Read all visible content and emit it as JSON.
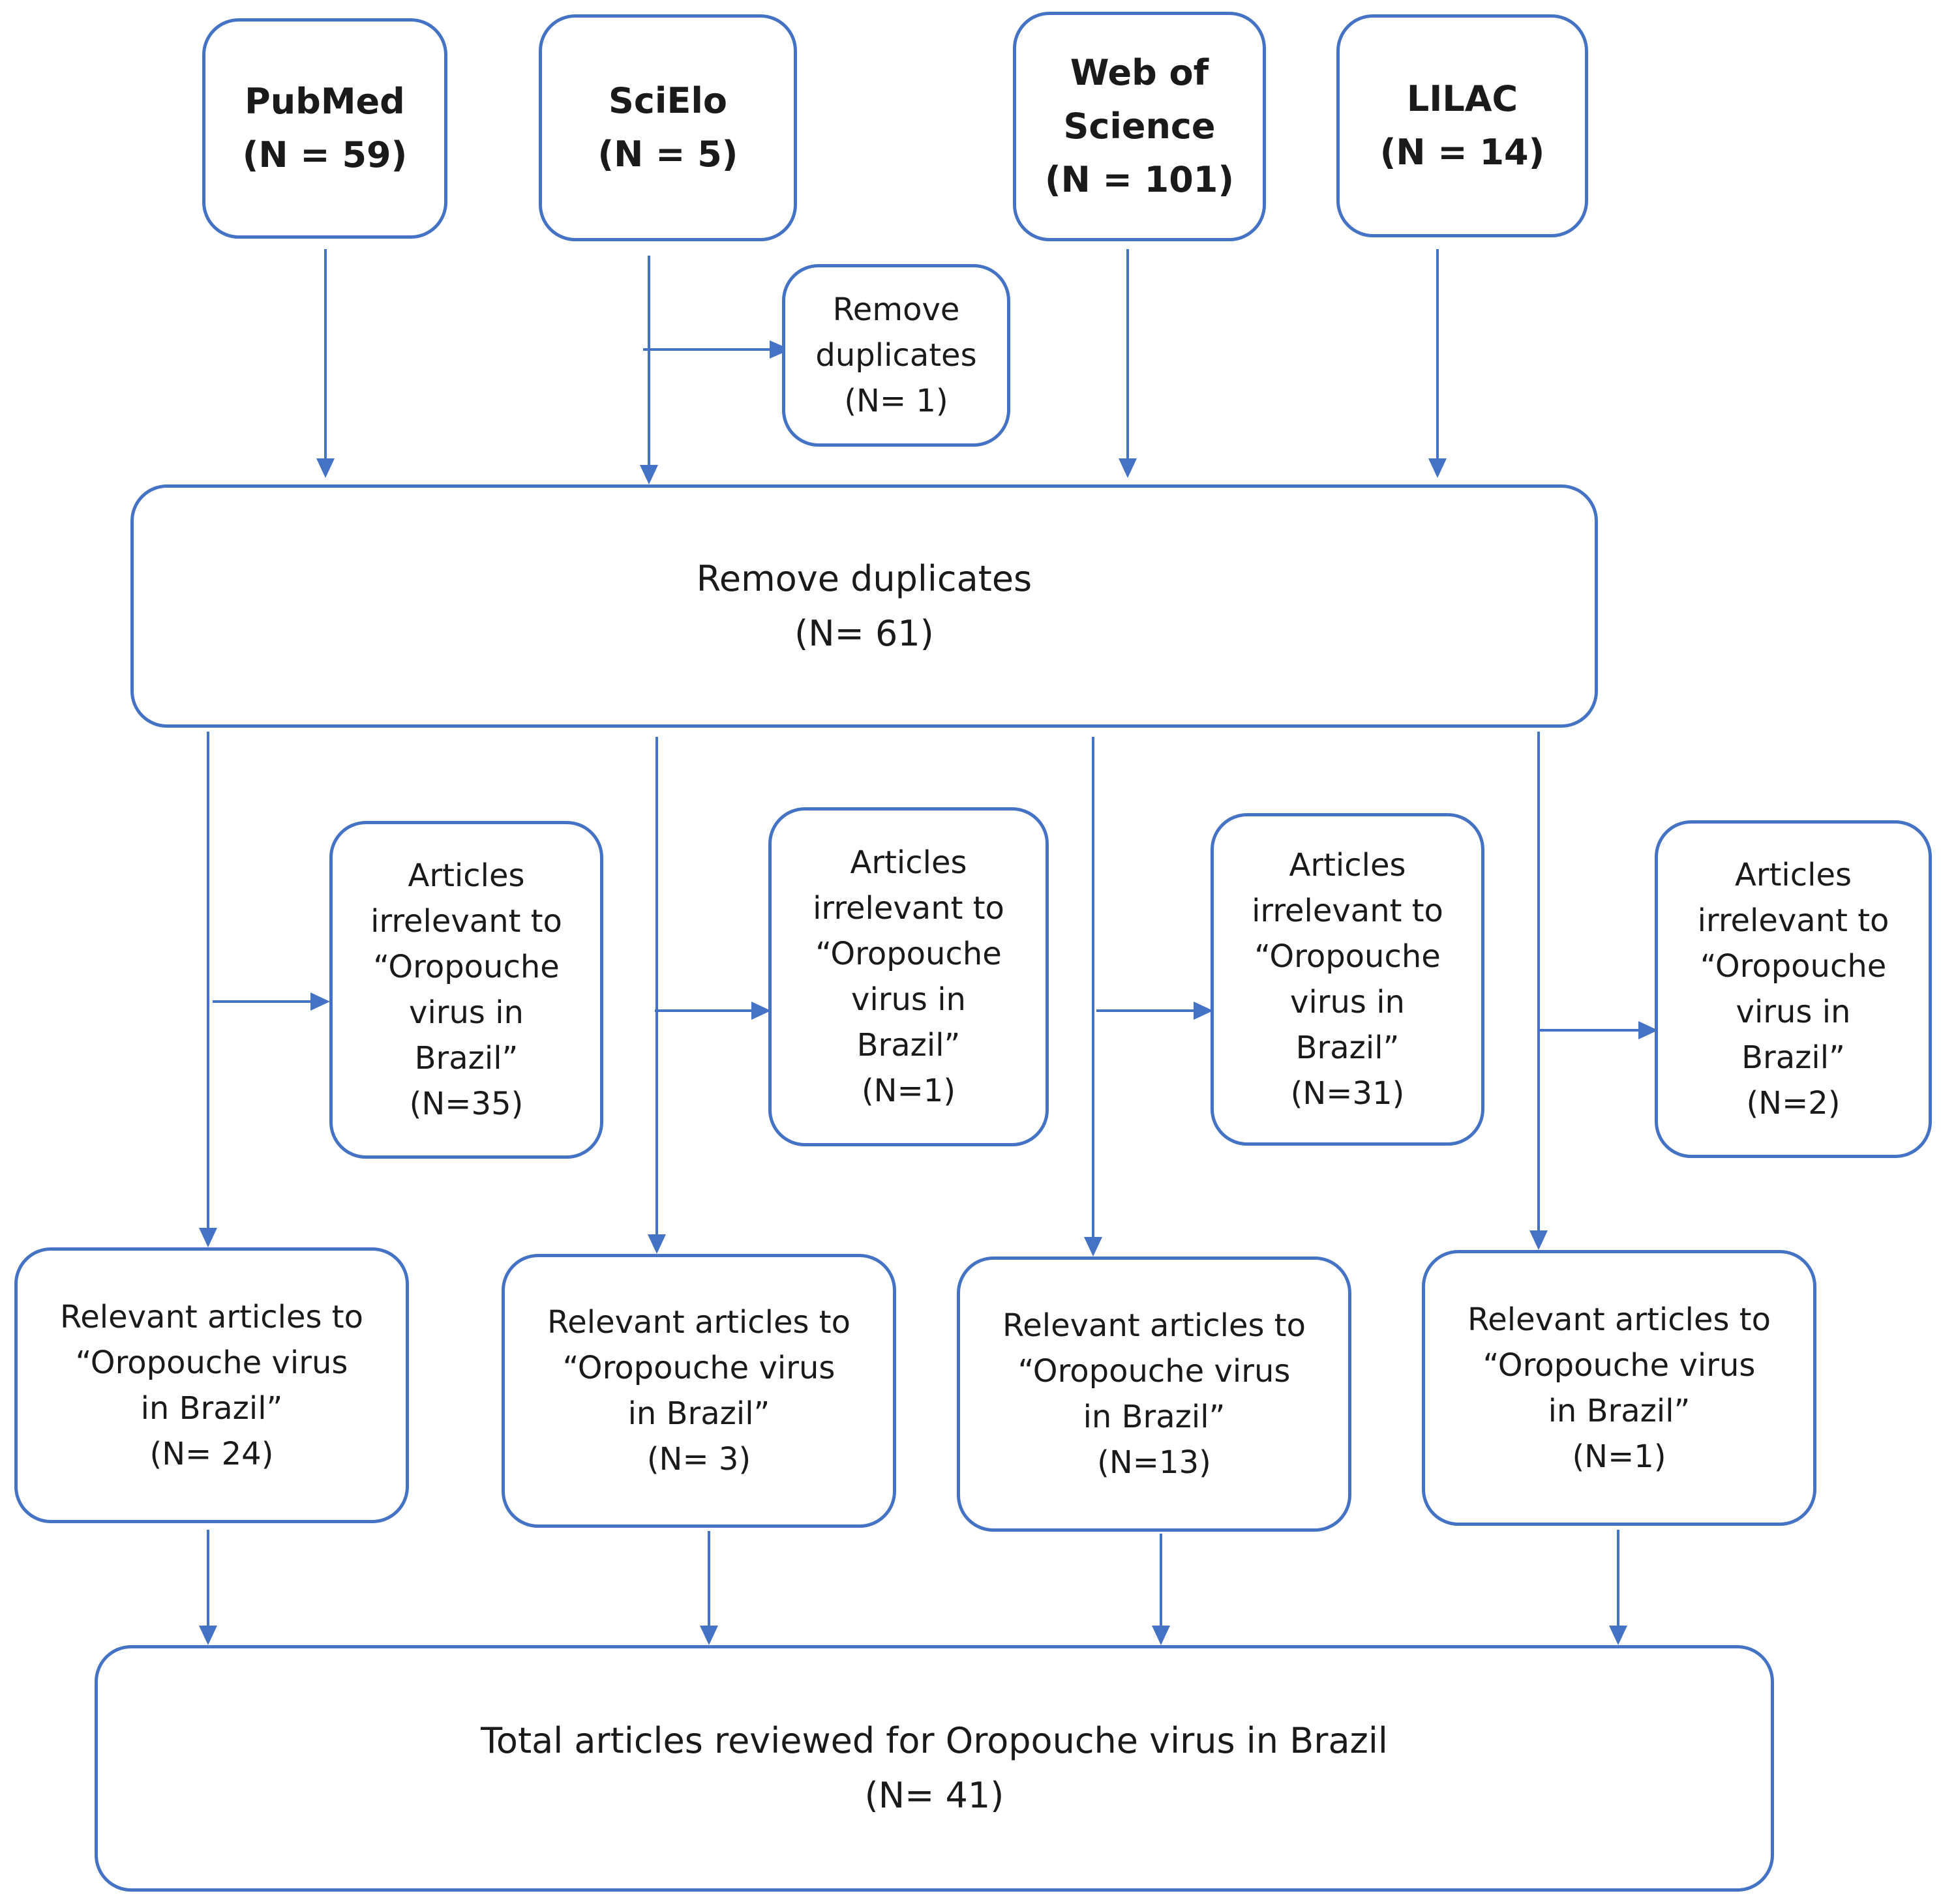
{
  "colors": {
    "stroke": "#4472c4",
    "text": "#1a1a1a",
    "background": "#ffffff"
  },
  "sources": [
    {
      "name": "PubMed",
      "count": "(N = 59)"
    },
    {
      "name": "SciElo",
      "count": "(N = 5)"
    },
    {
      "name_lines": [
        "Web of",
        "Science"
      ],
      "count": "(N = 101)"
    },
    {
      "name": "LILAC",
      "count": "(N = 14)"
    }
  ],
  "scielo_duplicates": {
    "lines": [
      "Remove",
      "duplicates",
      "(N= 1)"
    ]
  },
  "remove_duplicates": {
    "label": "Remove duplicates",
    "count": "(N= 61)"
  },
  "irrelevant": [
    {
      "lines": [
        "Articles",
        "irrelevant to",
        "“Oropouche",
        "virus in",
        "Brazil”",
        "(N=35)"
      ]
    },
    {
      "lines": [
        "Articles",
        "irrelevant to",
        "“Oropouche",
        "virus in",
        "Brazil”",
        "(N=1)"
      ]
    },
    {
      "lines": [
        "Articles",
        "irrelevant to",
        "“Oropouche",
        "virus in",
        "Brazil”",
        "(N=31)"
      ]
    },
    {
      "lines": [
        "Articles",
        "irrelevant to",
        "“Oropouche",
        "virus in",
        "Brazil”",
        "(N=2)"
      ]
    }
  ],
  "relevant": [
    {
      "lines": [
        "Relevant articles to",
        "“Oropouche virus",
        "in Brazil”",
        "(N= 24)"
      ]
    },
    {
      "lines": [
        "Relevant articles to",
        "“Oropouche virus",
        "in Brazil”",
        "(N= 3)"
      ]
    },
    {
      "lines": [
        "Relevant articles to",
        "“Oropouche virus",
        "in Brazil”",
        "(N=13)"
      ]
    },
    {
      "lines": [
        "Relevant articles to",
        "“Oropouche virus",
        "in Brazil”",
        "(N=1)"
      ]
    }
  ],
  "total": {
    "label": "Total articles reviewed for Oropouche virus in Brazil",
    "count": "(N= 41)"
  }
}
